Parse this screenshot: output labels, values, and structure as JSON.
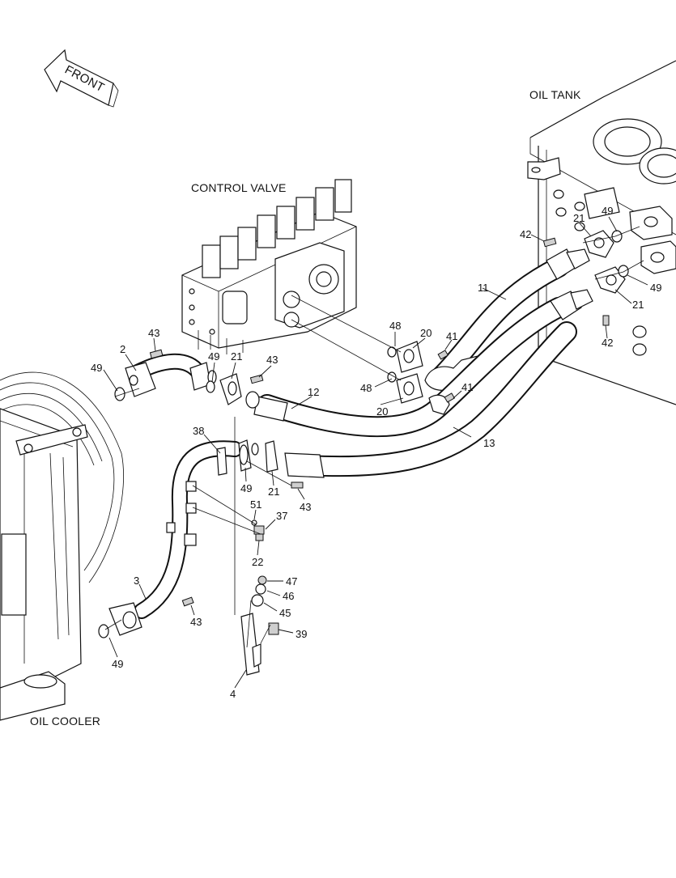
{
  "labels": {
    "front": "FRONT",
    "oil_tank": "OIL TANK",
    "control_valve": "CONTROL VALVE",
    "oil_cooler": "OIL COOLER"
  },
  "parts": {
    "p2": "2",
    "p3": "3",
    "p4": "4",
    "p11": "11",
    "p12": "12",
    "p13": "13",
    "p20a": "20",
    "p20b": "20",
    "p21a": "21",
    "p21b": "21",
    "p21c": "21",
    "p21d": "21",
    "p22": "22",
    "p37": "37",
    "p38": "38",
    "p39": "39",
    "p41a": "41",
    "p41b": "41",
    "p42a": "42",
    "p42b": "42",
    "p43a": "43",
    "p43b": "43",
    "p43c": "43",
    "p43d": "43",
    "p45": "45",
    "p46": "46",
    "p47": "47",
    "p48a": "48",
    "p48b": "48",
    "p49a": "49",
    "p49b": "49",
    "p49c": "49",
    "p49d": "49",
    "p49e": "49",
    "p49f": "49",
    "p51": "51"
  }
}
